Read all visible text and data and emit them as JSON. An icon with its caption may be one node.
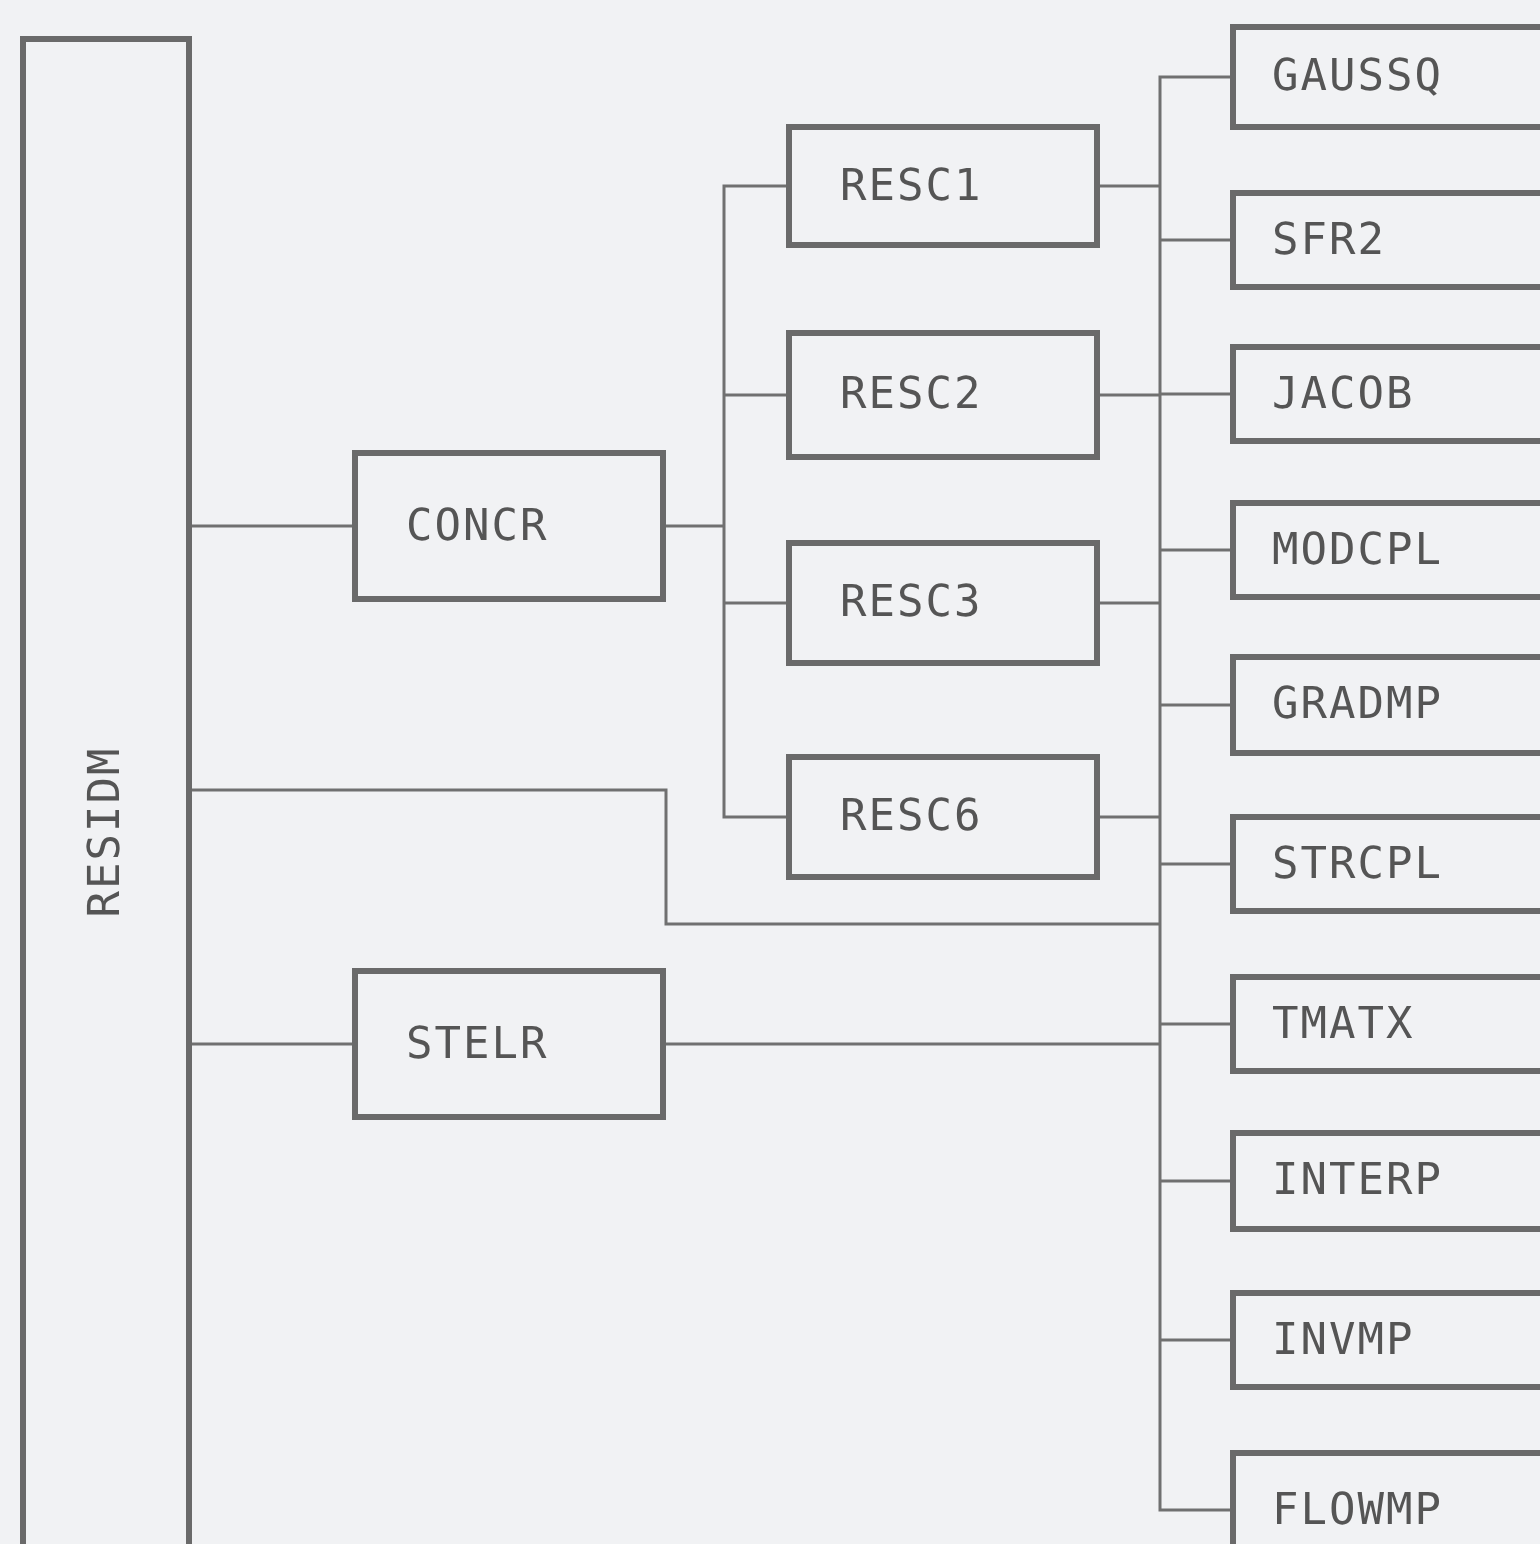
{
  "diagram": {
    "nodes": [
      {
        "text": [
          "RESIDM"
        ]
      },
      {
        "text": [
          "CONCR"
        ]
      },
      {
        "text": [
          "STELR"
        ]
      },
      {
        "text": [
          "RESC1"
        ]
      },
      {
        "text": [
          "RESC2"
        ]
      },
      {
        "text": [
          "RESC3"
        ]
      },
      {
        "text": [
          "RESC6"
        ]
      },
      {
        "text": [
          "GAUSSQ"
        ]
      },
      {
        "text": [
          "SFR2"
        ]
      },
      {
        "text": [
          "JACOB"
        ]
      },
      {
        "text": [
          "MODCPL"
        ]
      },
      {
        "text": [
          "GRADMP"
        ]
      },
      {
        "text": [
          "STRCPL"
        ]
      },
      {
        "text": [
          "TMATX"
        ]
      },
      {
        "text": [
          "INTERP"
        ]
      },
      {
        "text": [
          "INVMP"
        ]
      },
      {
        "text": [
          "FLOWMP"
        ]
      }
    ],
    "edges": [
      {
        "from": 0,
        "to": 1,
        "arrow": "none"
      },
      {
        "from": 0,
        "to": 2,
        "arrow": "none"
      },
      {
        "from": 1,
        "to": 3,
        "arrow": "none"
      },
      {
        "from": 1,
        "to": 4,
        "arrow": "none"
      },
      {
        "from": 1,
        "to": 5,
        "arrow": "none"
      },
      {
        "from": 1,
        "to": 6,
        "arrow": "none"
      },
      {
        "from": 3,
        "to": 7,
        "arrow": "none"
      },
      {
        "from": 3,
        "to": 8,
        "arrow": "none"
      },
      {
        "from": 3,
        "to": 9,
        "arrow": "none"
      },
      {
        "from": 3,
        "to": 10,
        "arrow": "none"
      },
      {
        "from": 3,
        "to": 11,
        "arrow": "none"
      },
      {
        "from": 3,
        "to": 12,
        "arrow": "none"
      },
      {
        "from": 3,
        "to": 13,
        "arrow": "none"
      },
      {
        "from": 3,
        "to": 14,
        "arrow": "none"
      },
      {
        "from": 3,
        "to": 15,
        "arrow": "none"
      },
      {
        "from": 3,
        "to": 16,
        "arrow": "none"
      },
      {
        "from": 4,
        "to": 7,
        "arrow": "none"
      },
      {
        "from": 4,
        "to": 8,
        "arrow": "none"
      },
      {
        "from": 4,
        "to": 9,
        "arrow": "none"
      },
      {
        "from": 4,
        "to": 10,
        "arrow": "none"
      },
      {
        "from": 4,
        "to": 11,
        "arrow": "none"
      },
      {
        "from": 4,
        "to": 12,
        "arrow": "none"
      },
      {
        "from": 4,
        "to": 13,
        "arrow": "none"
      },
      {
        "from": 4,
        "to": 14,
        "arrow": "none"
      },
      {
        "from": 4,
        "to": 15,
        "arrow": "none"
      },
      {
        "from": 4,
        "to": 16,
        "arrow": "none"
      },
      {
        "from": 5,
        "to": 7,
        "arrow": "none"
      },
      {
        "from": 5,
        "to": 8,
        "arrow": "none"
      },
      {
        "from": 5,
        "to": 9,
        "arrow": "none"
      },
      {
        "from": 5,
        "to": 10,
        "arrow": "none"
      },
      {
        "from": 5,
        "to": 11,
        "arrow": "none"
      },
      {
        "from": 5,
        "to": 12,
        "arrow": "none"
      },
      {
        "from": 5,
        "to": 13,
        "arrow": "none"
      },
      {
        "from": 5,
        "to": 14,
        "arrow": "none"
      },
      {
        "from": 5,
        "to": 15,
        "arrow": "none"
      },
      {
        "from": 5,
        "to": 16,
        "arrow": "none"
      },
      {
        "from": 6,
        "to": 7,
        "arrow": "none"
      },
      {
        "from": 6,
        "to": 8,
        "arrow": "none"
      },
      {
        "from": 6,
        "to": 9,
        "arrow": "none"
      },
      {
        "from": 6,
        "to": 10,
        "arrow": "none"
      },
      {
        "from": 6,
        "to": 11,
        "arrow": "none"
      },
      {
        "from": 6,
        "to": 12,
        "arrow": "none"
      },
      {
        "from": 6,
        "to": 13,
        "arrow": "none"
      },
      {
        "from": 6,
        "to": 14,
        "arrow": "none"
      },
      {
        "from": 6,
        "to": 15,
        "arrow": "none"
      },
      {
        "from": 6,
        "to": 16,
        "arrow": "none"
      },
      {
        "from": 0,
        "to": 7,
        "arrow": "none"
      },
      {
        "from": 0,
        "to": 8,
        "arrow": "none"
      },
      {
        "from": 0,
        "to": 9,
        "arrow": "none"
      },
      {
        "from": 0,
        "to": 10,
        "arrow": "none"
      },
      {
        "from": 0,
        "to": 11,
        "arrow": "none"
      },
      {
        "from": 0,
        "to": 12,
        "arrow": "none"
      },
      {
        "from": 0,
        "to": 13,
        "arrow": "none"
      },
      {
        "from": 0,
        "to": 14,
        "arrow": "none"
      },
      {
        "from": 0,
        "to": 15,
        "arrow": "none"
      },
      {
        "from": 0,
        "to": 16,
        "arrow": "none"
      },
      {
        "from": 2,
        "to": 7,
        "arrow": "none"
      },
      {
        "from": 2,
        "to": 8,
        "arrow": "none"
      },
      {
        "from": 2,
        "to": 9,
        "arrow": "none"
      },
      {
        "from": 2,
        "to": 10,
        "arrow": "none"
      },
      {
        "from": 2,
        "to": 11,
        "arrow": "none"
      },
      {
        "from": 2,
        "to": 12,
        "arrow": "none"
      },
      {
        "from": 2,
        "to": 13,
        "arrow": "none"
      },
      {
        "from": 2,
        "to": 14,
        "arrow": "none"
      },
      {
        "from": 2,
        "to": 15,
        "arrow": "none"
      },
      {
        "from": 2,
        "to": 16,
        "arrow": "none"
      }
    ]
  }
}
